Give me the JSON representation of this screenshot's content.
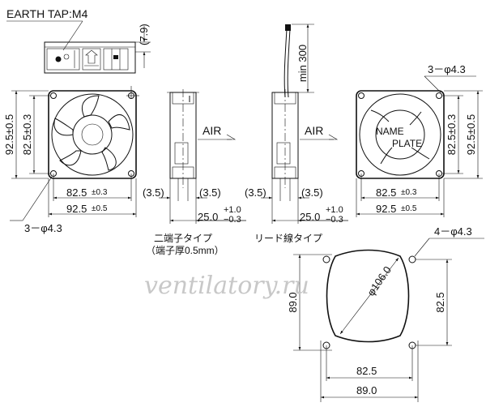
{
  "labels": {
    "earth_tap": "EARTH TAP:M4",
    "dim_7_9": "(7.9)",
    "lead_min": "min 300",
    "hole_tr": "3－φ4.3",
    "hole_bl": "3－φ4.3",
    "hole_mount": "4－φ4.3",
    "left_v_outer": "92.5±0.5",
    "left_v_inner": "82.5±0.3",
    "left_h_inner": "82.5",
    "left_h_inner_tol": "±0.3",
    "left_h_outer": "92.5",
    "left_h_outer_tol": "±0.5",
    "right_v_outer": "92.5±0.5",
    "right_v_inner": "82.5±0.3",
    "right_h_inner": "82.5",
    "right_h_inner_tol": "±0.3",
    "right_h_outer": "92.5",
    "right_h_outer_tol": "±0.5",
    "air_1": "AIR",
    "air_2": "AIR",
    "name_plate_1": "NAME",
    "name_plate_2": "PLATE",
    "side_a_left": "(3.5)",
    "side_a_right": "(3.5)",
    "side_b_left": "(3.5)",
    "side_b_right": "(3.5)",
    "thick_a": "25.0",
    "thick_a_tol_up": "+1.0",
    "thick_a_tol_dn": "−0.3",
    "thick_b": "25.0",
    "thick_b_tol_up": "+1.0",
    "thick_b_tol_dn": "−0.3",
    "caption_a1": "二端子タイプ",
    "caption_a2": "（端子厚0.5mm）",
    "caption_b": "リード線タイプ",
    "panel_diam": "φ106.0",
    "panel_h_inner": "82.5",
    "panel_h_outer": "89.0",
    "panel_v_outer": "89.0",
    "panel_v_inner": "82.5",
    "watermark": "ventilatory.ru"
  }
}
